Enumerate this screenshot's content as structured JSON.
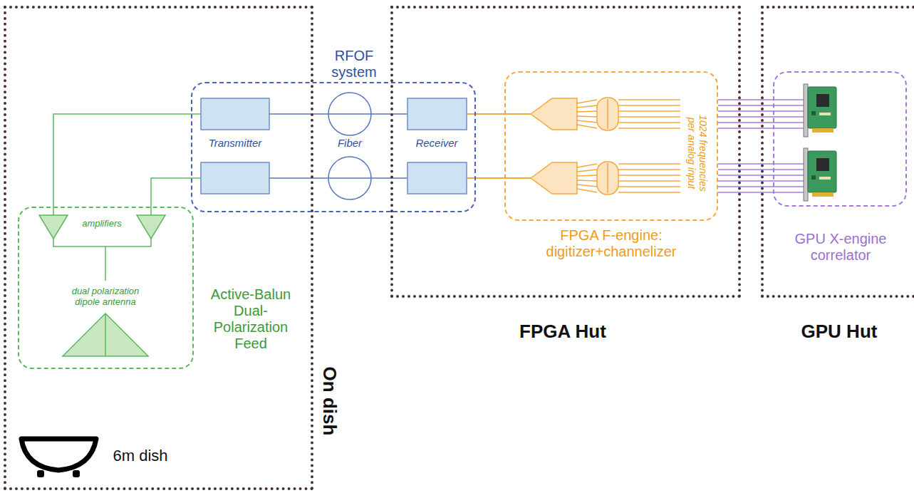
{
  "diagram": {
    "nodes": [
      {
        "text": [
          "On dish"
        ]
      },
      {
        "text": [
          "Active-Balun Dual-Polarization Feed"
        ],
        "in": 0
      },
      {
        "text": [
          "RFOF system"
        ]
      },
      {
        "text": [
          "FPGA Hut"
        ]
      },
      {
        "text": [
          "FPGA F-engine: digitizer+channelizer"
        ],
        "in": 3
      },
      {
        "text": [
          "GPU Hut"
        ]
      },
      {
        "text": [
          "GPU X-engine correlator"
        ],
        "in": 5
      }
    ],
    "edges": [
      {
        "from": 1,
        "to": 2,
        "arrow": "none"
      },
      {
        "from": 2,
        "to": 4,
        "arrow": "none"
      },
      {
        "from": 4,
        "to": 6,
        "arrow": "none"
      }
    ],
    "labels": [
      "Transmitter",
      "Fiber",
      "Receiver",
      "1024 frequencies per analog input",
      "amplifiers",
      "dual polarization dipole antenna",
      "6m dish"
    ]
  }
}
